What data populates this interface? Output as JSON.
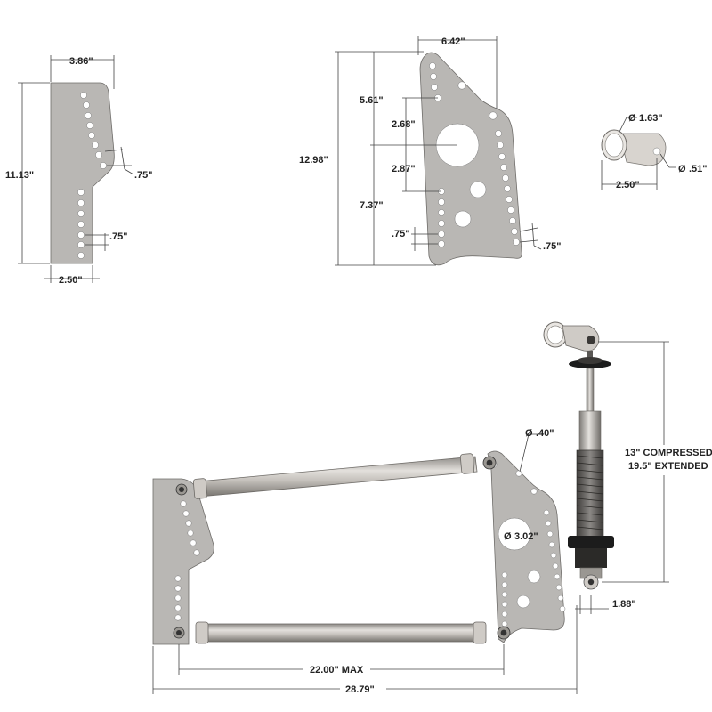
{
  "diagram": {
    "colors": {
      "plate": "#b9b7b4",
      "plate_light": "#d8d4cf",
      "line": "#444444",
      "text": "#222222",
      "spring": "#5e5c59",
      "rubber": "#1c1c1c"
    },
    "top_left_plate": {
      "width_top": "3.86\"",
      "height": "11.13\"",
      "hole_spacing_upper": ".75\"",
      "hole_spacing_lower": ".75\"",
      "width_bottom": "2.50\""
    },
    "top_center_plate": {
      "width_top": "6.42\"",
      "height_total": "12.98\"",
      "upper_offset": "5.61\"",
      "center_upper": "2.68\"",
      "center_lower": "2.87\"",
      "lower_offset": "7.37\"",
      "hole_spacing_left": ".75\"",
      "hole_spacing_right": ".75\""
    },
    "top_right_mount": {
      "tube_diameter": "1.63\"",
      "bolt_diameter": ".51\"",
      "length": "2.50\""
    },
    "assembly": {
      "hole_diameter": ".40\"",
      "axle_hole_diameter": "3.02\"",
      "shock_compressed": "13\" COMPRESSED",
      "shock_extended": "19.5\" EXTENDED",
      "offset": "1.88\"",
      "link_length": "22.00\" MAX",
      "overall_length": "28.79\""
    }
  }
}
